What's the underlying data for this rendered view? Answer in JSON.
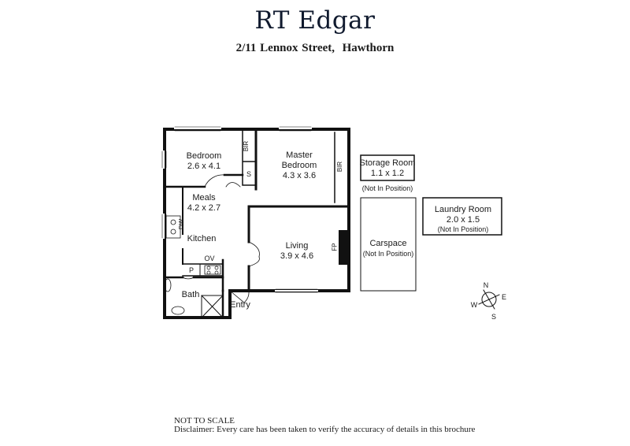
{
  "header": {
    "brand": "RT Edgar",
    "address_street": "2/11 Lennox Street,",
    "address_suburb": "Hawthorn"
  },
  "rooms": {
    "bedroom": {
      "name": "Bedroom",
      "dims": "2.6 x 4.1"
    },
    "master": {
      "name_line1": "Master",
      "name_line2": "Bedroom",
      "dims": "4.3 x 3.6"
    },
    "meals": {
      "name": "Meals",
      "dims": "4.2 x 2.7"
    },
    "kitchen": {
      "name": "Kitchen"
    },
    "living": {
      "name": "Living",
      "dims": "3.9 x 4.6"
    },
    "bath": {
      "name": "Bath"
    },
    "entry": {
      "name": "Entry"
    },
    "storage": {
      "name": "Storage Room",
      "dims": "1.1 x 1.2",
      "note": "(Not In Position)"
    },
    "carspace": {
      "name": "Carspace",
      "note": "(Not In Position)"
    },
    "laundry": {
      "name": "Laundry Room",
      "dims": "2.0 x 1.5",
      "note": "(Not In Position)"
    }
  },
  "fixtures": {
    "bir": "BIR",
    "shelf": "S",
    "dishwasher": "DW",
    "oven": "OV",
    "pantry": "P",
    "fireplace": "FP"
  },
  "compass": {
    "n": "N",
    "e": "E",
    "s": "S",
    "w": "W"
  },
  "footer": {
    "scale_note": "NOT TO SCALE",
    "disclaimer": "Disclaimer: Every care has been taken to verify the accuracy of details in this brochure"
  }
}
